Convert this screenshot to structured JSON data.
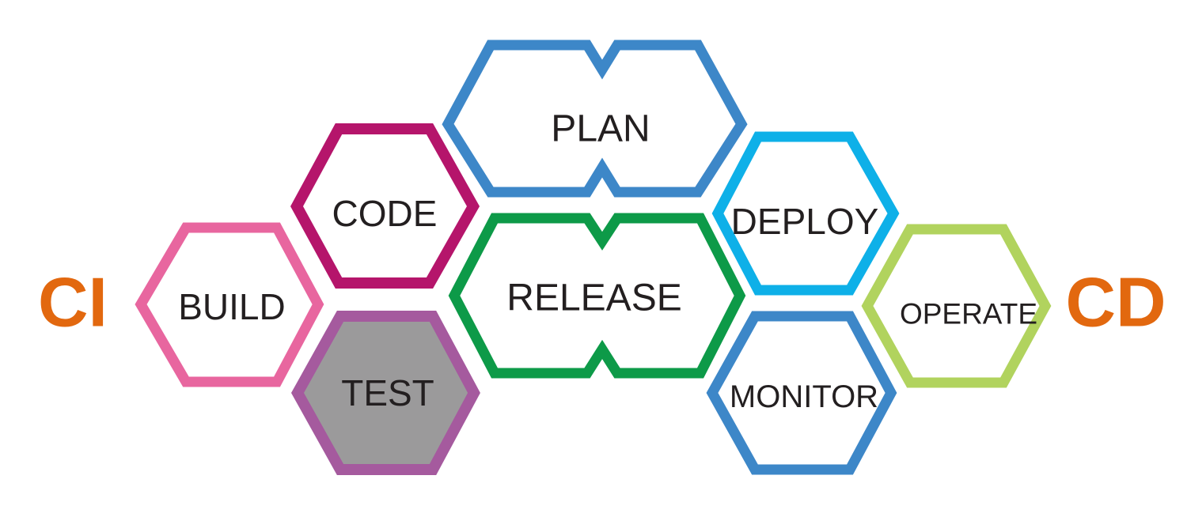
{
  "colors": {
    "side_label": "#e2680f",
    "build": "#e8669f",
    "code": "#b5156b",
    "test_border": "#a55a9e",
    "test_fill": "#9b9a9b",
    "plan": "#3d87c8",
    "release": "#0d9a48",
    "deploy": "#0eb0e8",
    "monitor": "#3d87c8",
    "operate": "#b1d35e"
  },
  "labels": {
    "ci": "CI",
    "cd": "CD",
    "build": "BUILD",
    "code": "CODE",
    "test": "TEST",
    "plan": "PLAN",
    "release": "RELEASE",
    "deploy": "DEPLOY",
    "monitor": "MONITOR",
    "operate": "OPERATE"
  }
}
